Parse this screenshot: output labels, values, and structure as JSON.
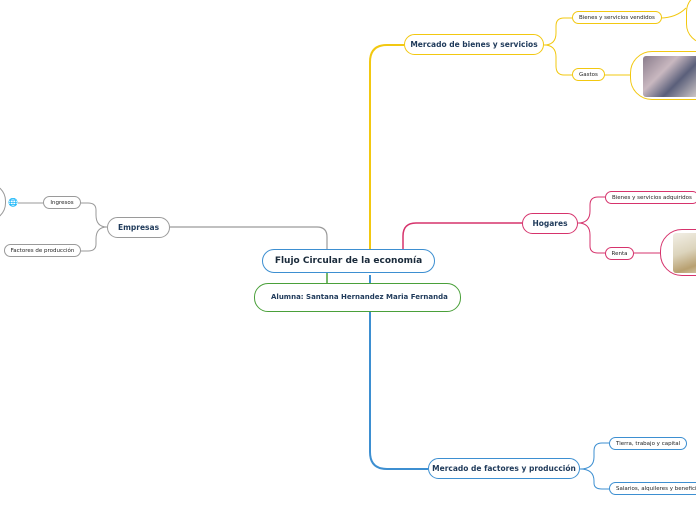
{
  "root": {
    "label": "Flujo Circular de la economía"
  },
  "author": {
    "label": "Alumna: Santana Hernandez Maria Fernanda"
  },
  "branches": {
    "mercado_bienes": {
      "label": "Mercado de bienes y servicios",
      "color": "#f2c811",
      "children": {
        "vendidos": "Bienes y servicios vendidos",
        "gastos": "Gastos"
      }
    },
    "hogares": {
      "label": "Hogares",
      "color": "#d6336c",
      "children": {
        "adquiridos": "Bienes y servicios adquiridos",
        "renta": "Renta"
      }
    },
    "mercado_factores": {
      "label": "Mercado de factores y producción",
      "color": "#3d8fd1",
      "children": {
        "tierra": "Tierra, trabajo y capital",
        "salarios": "Salarios, alquileres y beneficios"
      }
    },
    "empresas": {
      "label": "Empresas",
      "color": "#9a9a9a",
      "children": {
        "ingresos": "Ingresos",
        "factores": "Factores de producción"
      }
    }
  },
  "icons": {
    "globe": "globe-icon"
  }
}
